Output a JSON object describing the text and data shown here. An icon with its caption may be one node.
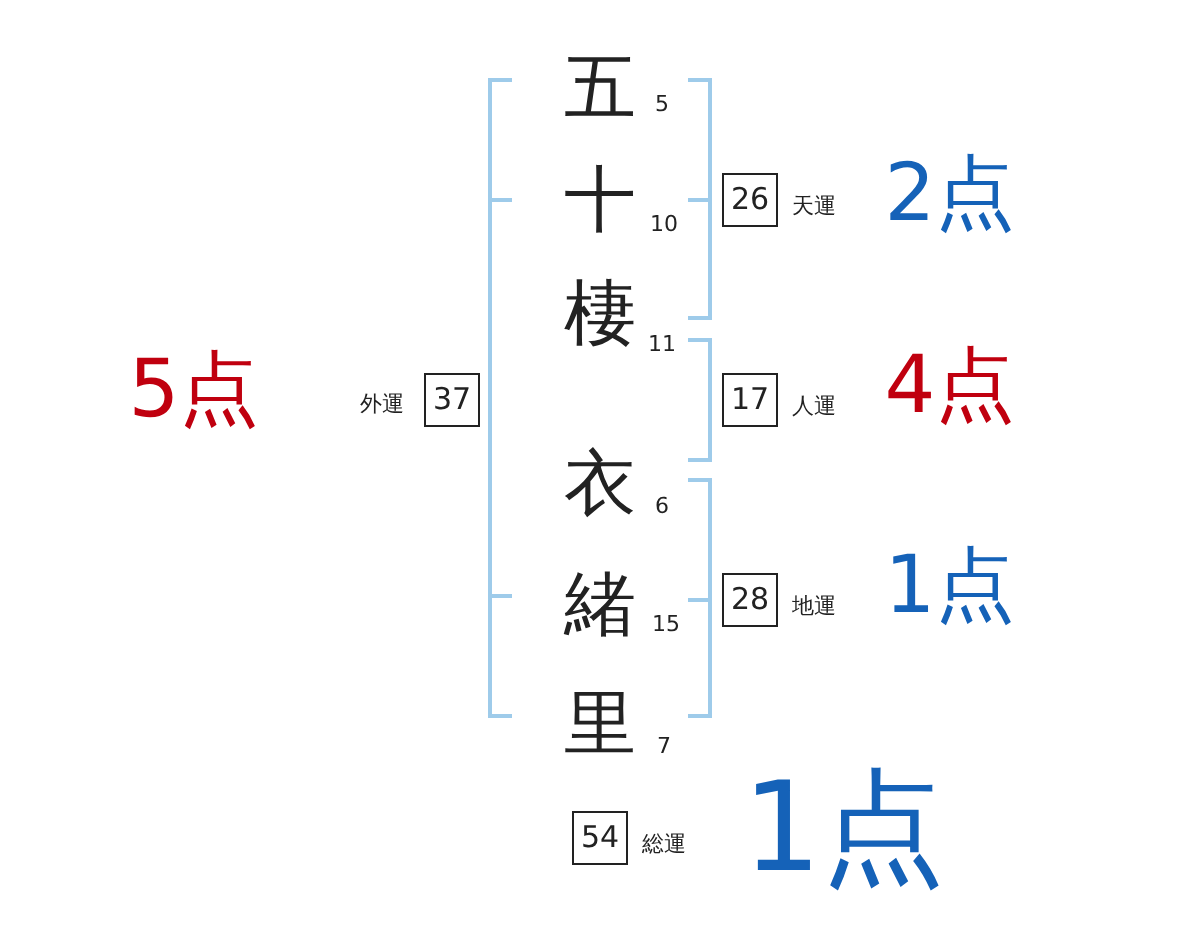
{
  "diagram": {
    "nodes": [
      {
        "text": [
          "26"
        ],
        "beside": [
          "天運",
          "2点"
        ]
      },
      {
        "text": [
          "37"
        ],
        "beside": [
          "外運",
          "5点"
        ]
      },
      {
        "text": [
          "17"
        ],
        "beside": [
          "人運",
          "4点"
        ]
      },
      {
        "text": [
          "28"
        ],
        "beside": [
          "地運",
          "1点"
        ]
      },
      {
        "text": [
          "54"
        ],
        "beside": [
          "総運",
          "1点"
        ]
      }
    ],
    "edges": [],
    "labels": [
      "五",
      "5",
      "十",
      "10",
      "棲",
      "11",
      "衣",
      "6",
      "緒",
      "15",
      "里",
      "7"
    ]
  }
}
